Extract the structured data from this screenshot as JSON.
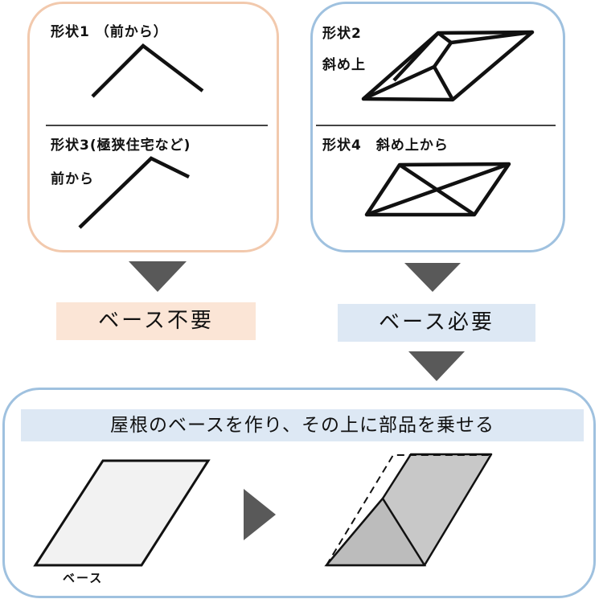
{
  "shapes": {
    "shape1_label": "形状1 （前から）",
    "shape2_label": "形状2",
    "shape2_sub": "斜め上",
    "shape3_label": "形状3(極狭住宅など)",
    "shape3_sub": "前から",
    "shape4_label": "形状4　斜め上から"
  },
  "tags": {
    "no_base": "ベース不要",
    "base_needed": "ベース必要"
  },
  "banner": "屋根のベースを作り、その上に部品を乗せる",
  "base_label": "ベース",
  "colors": {
    "left_border": "#f2c9ad",
    "right_border": "#9fc1df",
    "left_tag_bg": "#fbe5d6",
    "right_tag_bg": "#dde8f4",
    "arrow": "#595959",
    "base_fill": "#f2f2f2",
    "roof_fill": "#c8c8c8"
  }
}
